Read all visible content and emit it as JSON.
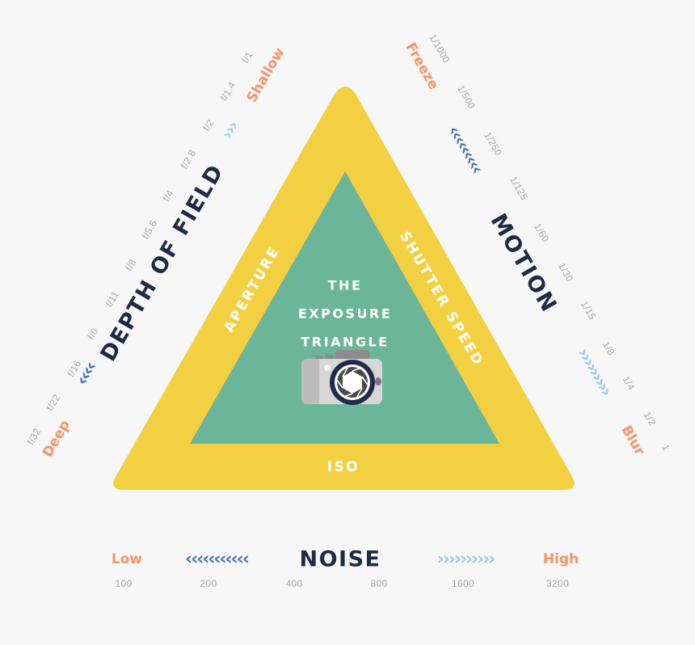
{
  "diagram": {
    "title_lines": [
      "THE",
      "EXPOSURE",
      "TRIANGLE"
    ],
    "icon": "camera-icon",
    "colors": {
      "background": "#f7f7f7",
      "outer_triangle": "#f2d041",
      "inner_triangle": "#6bb59a",
      "title_text": "#1f2a44",
      "end_label": "#f3936a",
      "stop_text": "#a9a9a9",
      "chevron_dark": "#3f66b3",
      "chevron_light": "#a7dcf2"
    },
    "sides": {
      "left": "APERTURE",
      "right": "SHUTTER SPEED",
      "bottom": "ISO"
    }
  },
  "aperture_scale": {
    "title": "DEPTH OF FIELD",
    "low_label": "Deep",
    "high_label": "Shallow",
    "low_chevrons": "‹‹‹‹",
    "high_chevrons": "›››",
    "stops": [
      "f/32",
      "f/22",
      "f/16",
      "f/0",
      "f/11",
      "f/8",
      "f/5.6",
      "f/4",
      "f/2.8",
      "f/2",
      "f/1.4",
      "f/1"
    ]
  },
  "shutter_scale": {
    "title": "MOTION",
    "low_label": "Freeze",
    "high_label": "Blur",
    "low_chevrons": "‹‹‹‹‹‹‹‹‹",
    "high_chevrons": "›››››››››",
    "stops": [
      "1/1000",
      "1/500",
      "1/250",
      "1/125",
      "1/60",
      "1/30",
      "1/15",
      "1/8",
      "1/4",
      "1/2",
      "1"
    ]
  },
  "iso_scale": {
    "title": "NOISE",
    "low_label": "Low",
    "high_label": "High",
    "low_chevrons": "‹‹‹‹‹‹‹‹‹‹‹",
    "high_chevrons": "››››››››››",
    "stops": [
      "100",
      "200",
      "400",
      "800",
      "1600",
      "3200"
    ]
  }
}
